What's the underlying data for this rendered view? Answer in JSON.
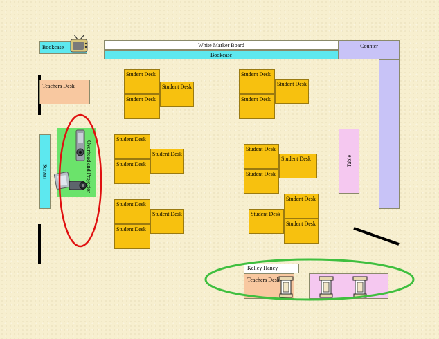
{
  "colors": {
    "background": "#f7efcf",
    "cyan": "#5de8ef",
    "desk": "#f7c10f",
    "counter": "#c8c3f7",
    "table": "#f5c8f0",
    "teacher_desk": "#f8c8a0",
    "green_area": "#6be36b",
    "red_oval": "#e01010",
    "green_oval": "#3fbf3f"
  },
  "labels": {
    "bookcase_top_left": "Bookcase",
    "white_marker_board": "White Marker Board",
    "bookcase_top": "Bookcase",
    "counter": "Counter",
    "teachers_desk_left": "Teachers Desk",
    "screen": "Screen",
    "overhead_projector": "Overhead and Projector",
    "table": "Table",
    "kelley_haney": "Kelley Haney",
    "teachers_desk_bottom": "Teachers Desk"
  },
  "desks": {
    "label": "Student Desk"
  },
  "icons": {
    "tv": "tv-icon",
    "overhead": "overhead-projector-icon",
    "projector": "projector-icon",
    "chairs": "chair-icon"
  }
}
